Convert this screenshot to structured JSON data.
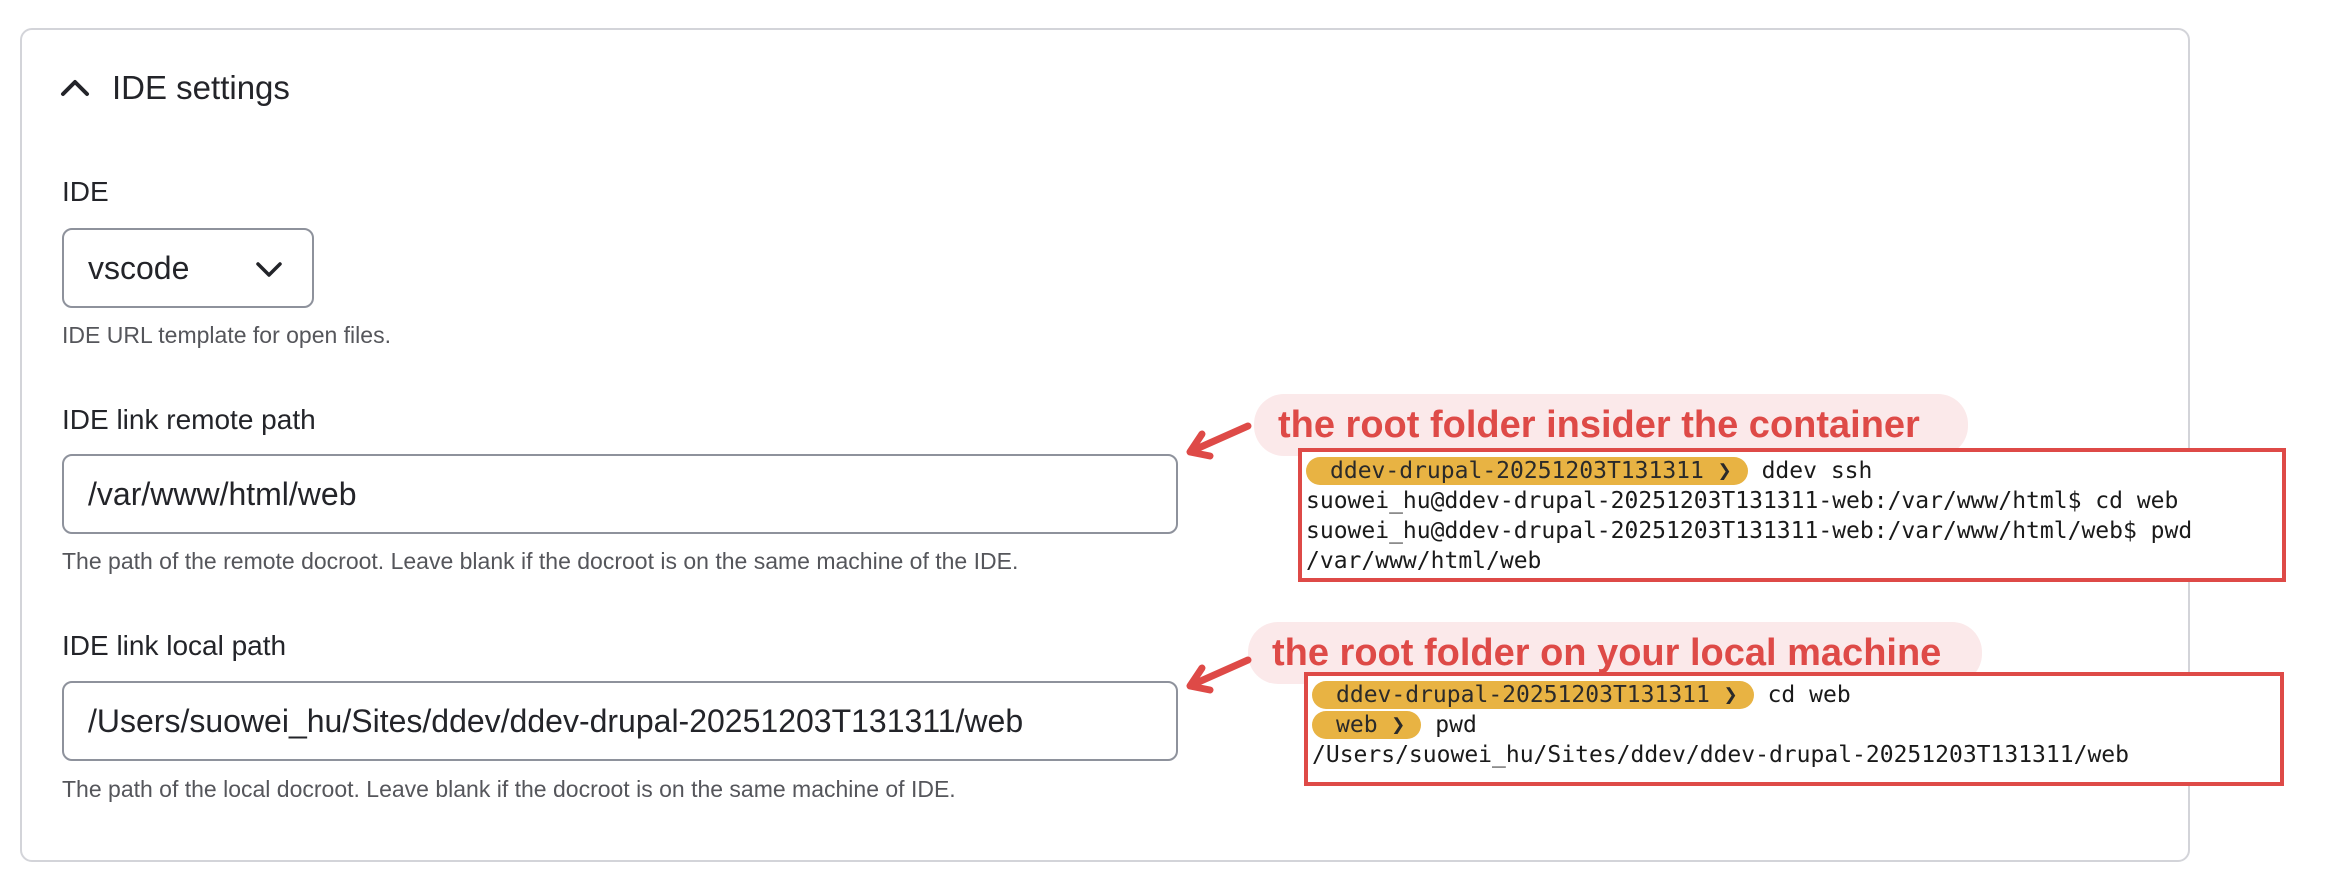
{
  "section": {
    "title": "IDE settings",
    "expanded": true
  },
  "ide": {
    "label": "IDE",
    "selected": "vscode",
    "description": "IDE URL template for open files."
  },
  "remote_path": {
    "label": "IDE link remote path",
    "value": "/var/www/html/web",
    "description": "The path of the remote docroot. Leave blank if the docroot is on the same machine of the IDE."
  },
  "local_path": {
    "label": "IDE link local path",
    "value": "/Users/suowei_hu/Sites/ddev/ddev-drupal-20251203T131311/web",
    "description": "The path of the local docroot. Leave blank if the docroot is on the same machine of IDE."
  },
  "annotations": {
    "remote": "the root folder insider the container",
    "local": "the root folder on your local machine"
  },
  "terminal_remote": {
    "line1_prompt": "ddev-drupal-20251203T131311 ❯",
    "line1_cmd": "ddev ssh",
    "line2": "suowei_hu@ddev-drupal-20251203T131311-web:/var/www/html$ cd web",
    "line3": "suowei_hu@ddev-drupal-20251203T131311-web:/var/www/html/web$ pwd",
    "line4": "/var/www/html/web"
  },
  "terminal_local": {
    "line1_prompt": "ddev-drupal-20251203T131311 ❯",
    "line1_cmd": "cd web",
    "line2_prompt": "web ❯",
    "line2_cmd": "pwd",
    "line3": "/Users/suowei_hu/Sites/ddev/ddev-drupal-20251203T131311/web"
  },
  "colors": {
    "annotation_red": "#de4a47",
    "prompt_pill": "#e8b343",
    "border": "#8e929c"
  },
  "icons": {
    "collapse": "chevron-up-icon",
    "select": "chevron-down-icon",
    "pointer": "arrow-left-icon"
  }
}
